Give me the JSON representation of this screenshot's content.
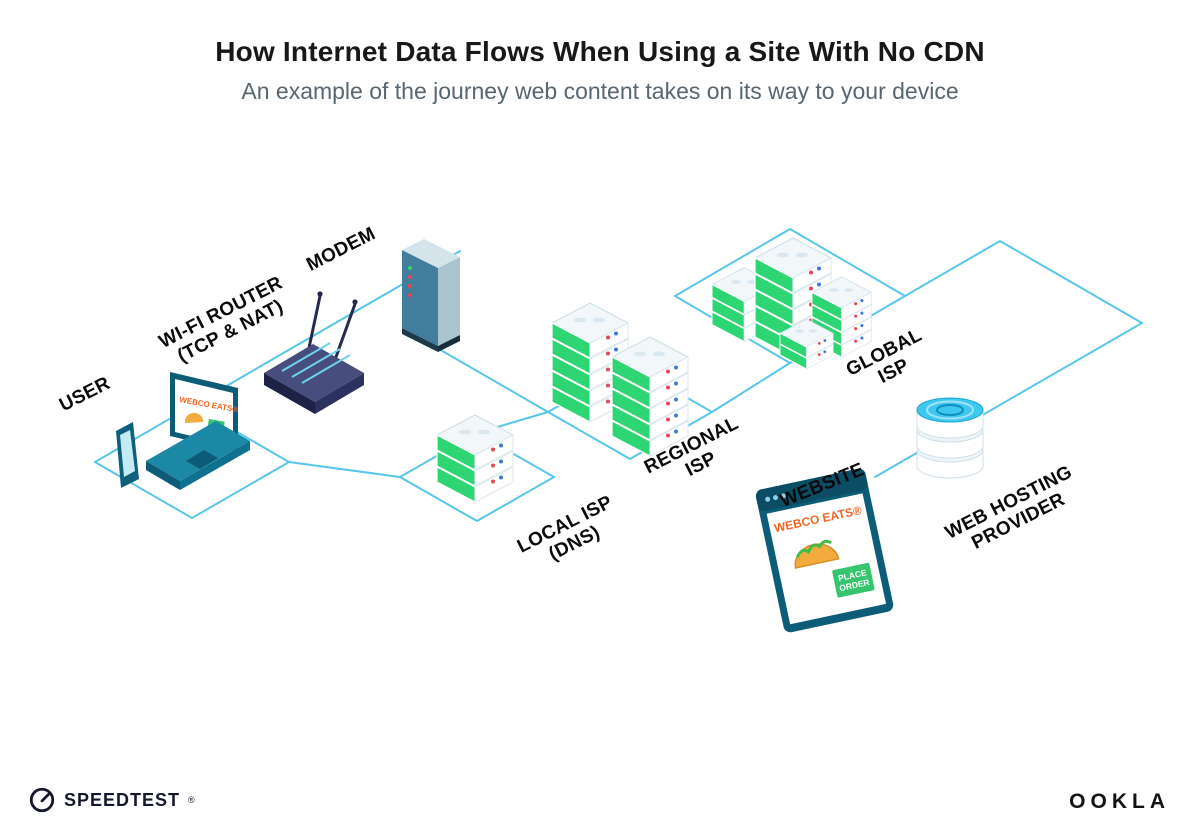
{
  "header": {
    "title": "How Internet Data Flows When Using a Site With No CDN",
    "subtitle": "An example of the journey web content takes on its way to your device"
  },
  "labels": {
    "user": {
      "line1": "USER"
    },
    "router": {
      "line1": "WI-FI ROUTER",
      "line2": "(TCP & NAT)"
    },
    "modem": {
      "line1": "MODEM"
    },
    "local_isp": {
      "line1": "LOCAL ISP",
      "line2": "(DNS)"
    },
    "regional_isp": {
      "line1": "REGIONAL",
      "line2": "ISP"
    },
    "global_isp": {
      "line1": "GLOBAL",
      "line2": "ISP"
    },
    "website": {
      "line1": "WEBSITE"
    },
    "web_hosting": {
      "line1": "WEB HOSTING",
      "line2": "PROVIDER"
    }
  },
  "screens": {
    "laptop_brand": "WEBCO EATS®",
    "website_brand": "WEBCO EATS®",
    "website_button_lines": [
      "PLACE",
      "ORDER"
    ]
  },
  "footer": {
    "speedtest": "SPEEDTEST",
    "speedtest_mark": "®",
    "ookla": "OOKLA"
  },
  "colors": {
    "line": "#56C7EA",
    "server_green": "#2ED573",
    "brand_orange": "#F26522",
    "teal_dark": "#0E5D78"
  }
}
